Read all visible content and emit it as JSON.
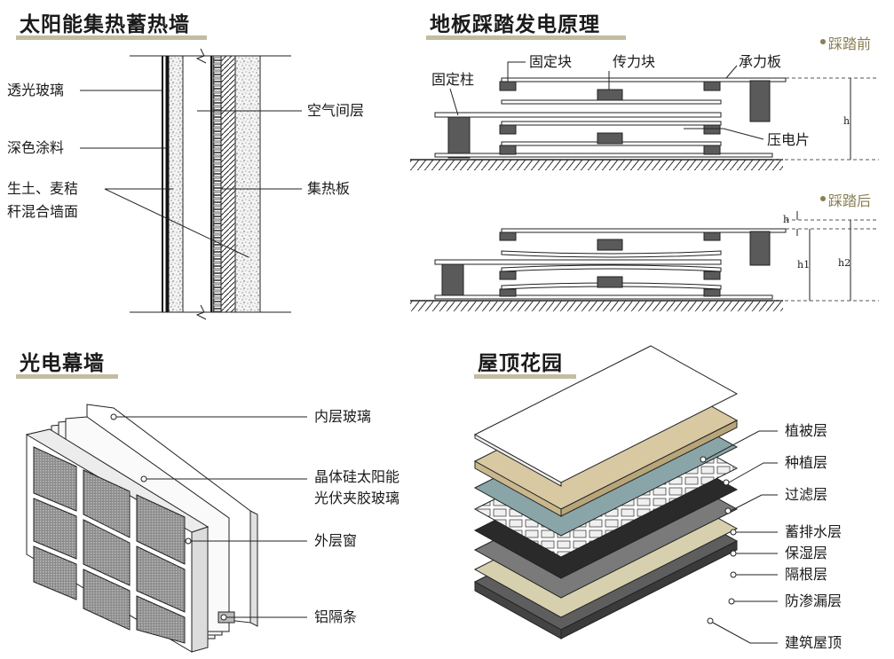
{
  "panels": {
    "solar_wall": {
      "title": "太阳能集热蓄热墙",
      "labels": {
        "glass": "透光玻璃",
        "paint": "深色涂料",
        "wall_line1": "生土、麦秸",
        "wall_line2": "秆混合墙面",
        "air": "空气间层",
        "collector": "集热板"
      }
    },
    "floor_power": {
      "title": "地板踩踏发电原理",
      "before": "踩踏前",
      "after": "踩踏后",
      "labels": {
        "fixed_block": "固定块",
        "transfer_block": "传力块",
        "bearing_plate": "承力板",
        "fixed_post": "固定柱",
        "piezo": "压电片"
      },
      "dims": {
        "h_top": "h",
        "h_small": "h",
        "h1": "h1",
        "h2": "h2"
      }
    },
    "pv_curtain": {
      "title": "光电幕墙",
      "labels": {
        "inner_glass": "内层玻璃",
        "pv_line1": "晶体硅太阳能",
        "pv_line2": "光伏夹胶玻璃",
        "outer_window": "外层窗",
        "spacer": "铝隔条"
      }
    },
    "roof_garden": {
      "title": "屋顶花园",
      "layers": [
        "植被层",
        "种植层",
        "过滤层",
        "蓄排水层",
        "保湿层",
        "隔根层",
        "防渗漏层",
        "建筑屋顶"
      ]
    }
  },
  "colors": {
    "title_bar": "#c2bda2",
    "tag": "#8a7e55",
    "block": "#5a5a5a",
    "planting": "#d8c9a3",
    "filter": "#8aa5a8",
    "black_layer": "#2a2a2a",
    "grey_layer": "#7a7a7a",
    "roof_base": "#5e5e5e",
    "seepage": "#d6d0ae"
  }
}
